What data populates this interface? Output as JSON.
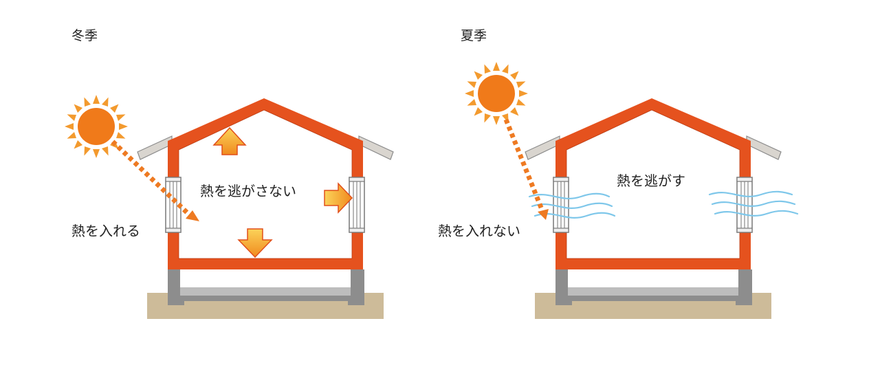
{
  "panels": {
    "winter": {
      "title": "冬季",
      "label_in": "熱を入れる",
      "label_keep": "熱を逃がさない"
    },
    "summer": {
      "title": "夏季",
      "label_in": "熱を入れない",
      "label_release": "熱を逃がす"
    }
  },
  "colors": {
    "wall": "#E5521E",
    "sun": "#F07A1A",
    "sun_rays": "#F39A2E",
    "arrow_fill": "#F7A41E",
    "arrow_stroke": "#E14E1A",
    "dotted_arrow": "#EE7A22",
    "roof_eave": "#D9D5CF",
    "foundation": "#8D8D8D",
    "ground": "#CDBB99",
    "wind": "#7EC7EA",
    "window": "#EDEDED"
  },
  "icons": [
    "sun-icon",
    "window-icon",
    "heat-arrow-icon",
    "wind-icon"
  ]
}
